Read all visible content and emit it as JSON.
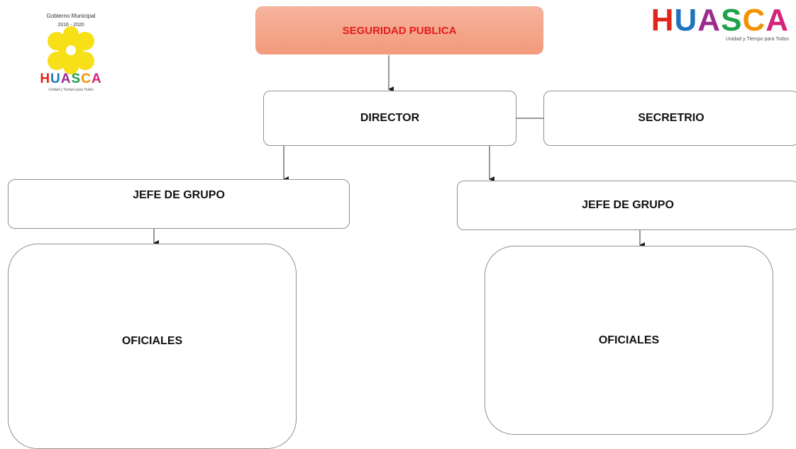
{
  "header": {
    "title": "SEGURIDAD PUBLICA"
  },
  "nodes": {
    "director": "DIRECTOR",
    "secretary": "SECRETRIO",
    "group_chief_left": "JEFE DE GRUPO",
    "group_chief_right": "JEFE DE GRUPO",
    "officers_left": "OFICIALES",
    "officers_right": "OFICIALES"
  },
  "logo_left": {
    "government": "Gobierno Municipal",
    "years": "2016 - 2020",
    "letters": [
      "H",
      "U",
      "A",
      "S",
      "C",
      "A"
    ],
    "tagline": "Unidad y Tiempo para Todos",
    "emblem_color": "#f7e017"
  },
  "logo_right": {
    "letters": [
      "H",
      "U",
      "A",
      "S",
      "C",
      "A"
    ],
    "tagline": "Unidad y Tiempo para Todos"
  },
  "colors": {
    "header_fill": "#f29a7b",
    "header_text": "#e31b1b",
    "box_border": "#8f8f8f"
  }
}
